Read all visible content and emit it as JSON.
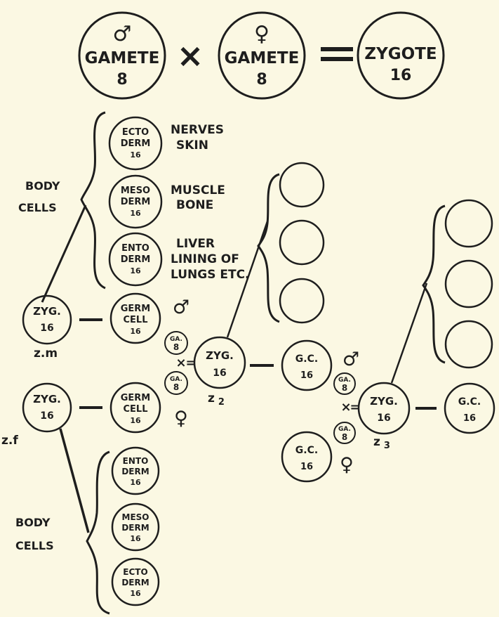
{
  "equation": {
    "male_gamete": {
      "line1": "GAMETE",
      "line2": "8",
      "sign": "♂"
    },
    "times": "×",
    "female_gamete": {
      "line1": "GAMETE",
      "line2": "8",
      "sign": "♀"
    },
    "equals": "=",
    "zygote": {
      "line1": "ZYGOTE",
      "line2": "16"
    }
  },
  "upper_body": {
    "label1": "BODY",
    "label2": "CELLS",
    "ectoderm": {
      "l1": "ECTO",
      "l2": "DERM",
      "n": "16",
      "desc1": "NERVES",
      "desc2": "SKIN"
    },
    "mesoderm": {
      "l1": "MESO",
      "l2": "DERM",
      "n": "16",
      "desc1": "MUSCLE",
      "desc2": "BONE"
    },
    "entoderm": {
      "l1": "ENTO",
      "l2": "DERM",
      "n": "16",
      "desc1": "LIVER",
      "desc2": "LINING OF",
      "desc3": "LUNGS ETC."
    }
  },
  "zygote_male": {
    "l1": "ZYG.",
    "l2": "16",
    "label": "z.m"
  },
  "zygote_female": {
    "l1": "ZYG.",
    "l2": "16",
    "label": "z.f"
  },
  "germ_male": {
    "l1": "GERM",
    "l2": "CELL",
    "n": "16",
    "sign": "♂"
  },
  "germ_female": {
    "l1": "GERM",
    "l2": "CELL",
    "n": "16",
    "sign": "♀"
  },
  "gamete_small": {
    "l1": "GA.",
    "l2": "8"
  },
  "cross": "×",
  "eq": "=",
  "zygote2": {
    "l1": "ZYG.",
    "l2": "16",
    "label": "z",
    "sub": "2"
  },
  "gc_male": {
    "l1": "G.C.",
    "l2": "16",
    "sign": "♂"
  },
  "gc_female": {
    "l1": "G.C.",
    "l2": "16",
    "sign": "♀"
  },
  "zygote3": {
    "l1": "ZYG.",
    "l2": "16",
    "label": "z",
    "sub": "3"
  },
  "gc_right": {
    "l1": "G.C.",
    "l2": "16"
  },
  "lower_body": {
    "label1": "BODY",
    "label2": "CELLS",
    "entoderm": {
      "l1": "ENTO",
      "l2": "DERM",
      "n": "16"
    },
    "mesoderm": {
      "l1": "MESO",
      "l2": "DERM",
      "n": "16"
    },
    "ectoderm": {
      "l1": "ECTO",
      "l2": "DERM",
      "n": "16"
    }
  },
  "colors": {
    "paper": "#fbf8e3",
    "ink": "#1e1e1e"
  }
}
